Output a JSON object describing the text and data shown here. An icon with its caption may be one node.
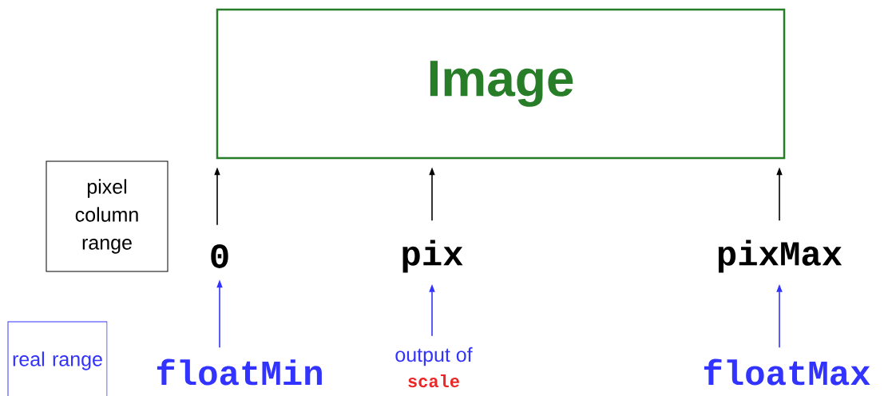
{
  "diagram": {
    "nodes": [
      {
        "text": [
          "Image"
        ]
      },
      {
        "text": [
          "pixel column range"
        ]
      },
      {
        "text": [
          "0"
        ]
      },
      {
        "text": [
          "pix"
        ]
      },
      {
        "text": [
          "pixMax"
        ]
      },
      {
        "text": [
          "real range"
        ]
      },
      {
        "text": [
          "floatMin"
        ]
      },
      {
        "text": [
          "output of",
          "scale"
        ]
      },
      {
        "text": [
          "floatMax"
        ]
      }
    ],
    "edges": [
      {
        "from": 2,
        "to": 0,
        "arrow": "to"
      },
      {
        "from": 3,
        "to": 0,
        "arrow": "to"
      },
      {
        "from": 4,
        "to": 0,
        "arrow": "to"
      },
      {
        "from": 6,
        "to": 2,
        "arrow": "to",
        "color": "#3333ff"
      },
      {
        "from": 7,
        "to": 3,
        "arrow": "to",
        "color": "#3333ff"
      },
      {
        "from": 8,
        "to": 4,
        "arrow": "to",
        "color": "#3333ff"
      }
    ]
  }
}
